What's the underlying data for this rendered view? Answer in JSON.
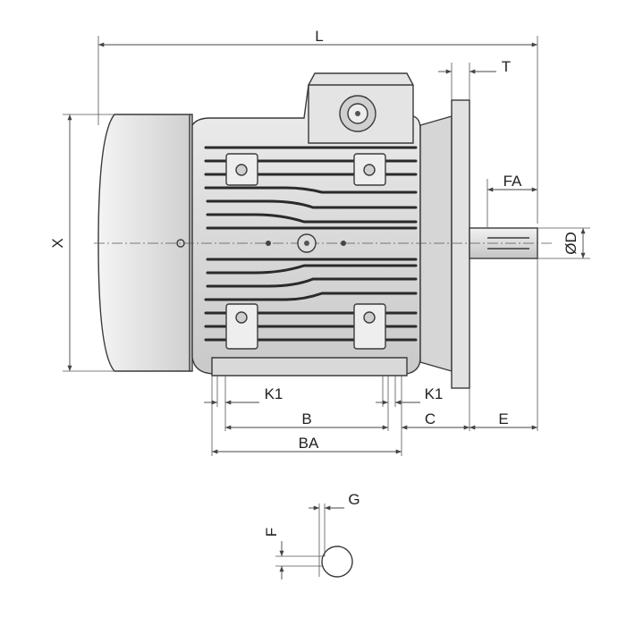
{
  "labels": {
    "L": "L",
    "T": "T",
    "FA": "FA",
    "X": "X",
    "D": "ØD",
    "K1_left": "K1",
    "K1_right": "K1",
    "B": "B",
    "C": "C",
    "E": "E",
    "BA": "BA",
    "G": "G",
    "F": "F"
  },
  "colors": {
    "body": "#dcdcdc",
    "body_dark": "#b9b9b9",
    "outline": "#3a3a3a",
    "fins": "#2a2a2a",
    "dimension": "#444444"
  }
}
